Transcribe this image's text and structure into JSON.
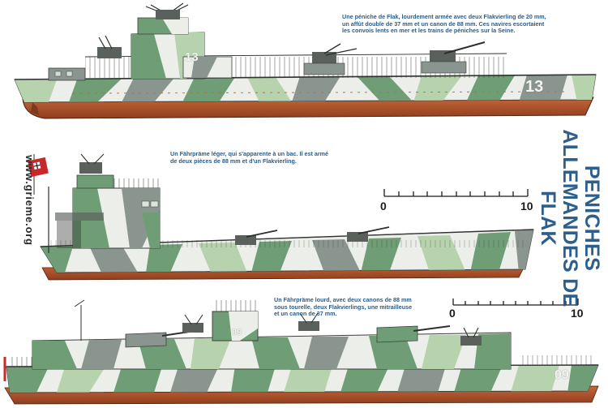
{
  "page": {
    "title_line1": "PENICHES",
    "title_line2": "ALLEMANDES DE FLAK",
    "website": "www.grieme.org"
  },
  "captions": {
    "ship1": "Une péniche de Flak, lourdement armée avec deux Flakvierling de 20 mm, un affût double de 37 mm et un canon de 88 mm. Ces navires escortaient les convois lents en mer et les trains de péniches sur la Seine.",
    "ship2": "Un Fährpräme léger, qui s'apparente à un bac. Il est armé de deux pièces de 88 mm et d'un Flakvierling.",
    "ship3": "Un Fährpräme lourd, avec deux canons de 88 mm sous tourelle, deux Flakvierlings, une mitrailleuse et un canon de 37 mm."
  },
  "scale_bars": [
    {
      "start_label": "0",
      "end_label": "10"
    },
    {
      "start_label": "0",
      "end_label": "10"
    }
  ],
  "hull_numbers": {
    "ship1_bridge": "13",
    "ship1_bow": "13",
    "ship3_bridge": "09",
    "ship3_bow": "09"
  },
  "colors": {
    "caption_blue": "#2c5d8a",
    "camo_green": "#6e9c74",
    "camo_light_green": "#b3d1ab",
    "camo_grey": "#8c9690",
    "camo_white": "#eef0ec",
    "hull_red": "#b0502a",
    "deck_grey": "#5a605c"
  }
}
